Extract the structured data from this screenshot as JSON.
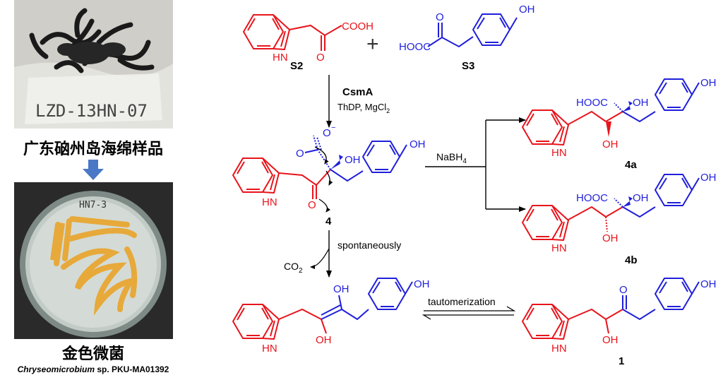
{
  "left_panel": {
    "photo1_label": "LZD-13HN-07",
    "caption_top": "广东硇州岛海绵样品",
    "plate_label": "HN7-3",
    "caption_bottom": "金色微菌",
    "strain_species": "Chryseomicrobium",
    "strain_rest": " sp. PKU-MA01392"
  },
  "scheme": {
    "cooh": "COOH",
    "hooc": "HOOC",
    "oh": "OH",
    "o": "O",
    "nh": "HN",
    "o_minus": "O",
    "minus": "−",
    "plus": "+",
    "label_s2": "S2",
    "label_s3": "S3",
    "label_4": "4",
    "label_4a": "4a",
    "label_4b": "4b",
    "label_1": "1",
    "enzyme": "CsmA",
    "cofactors_a": "ThDP, MgCl",
    "cofactors_sub": "2",
    "nabh_main": "NaBH",
    "nabh_sub": "4",
    "spontaneous": "spontaneously",
    "co2_main": "CO",
    "co2_sub": "2",
    "tautomer": "tautomerization"
  },
  "colors": {
    "indole": "#e8141b",
    "phenol": "#1f1fdc",
    "text": "#000000"
  }
}
